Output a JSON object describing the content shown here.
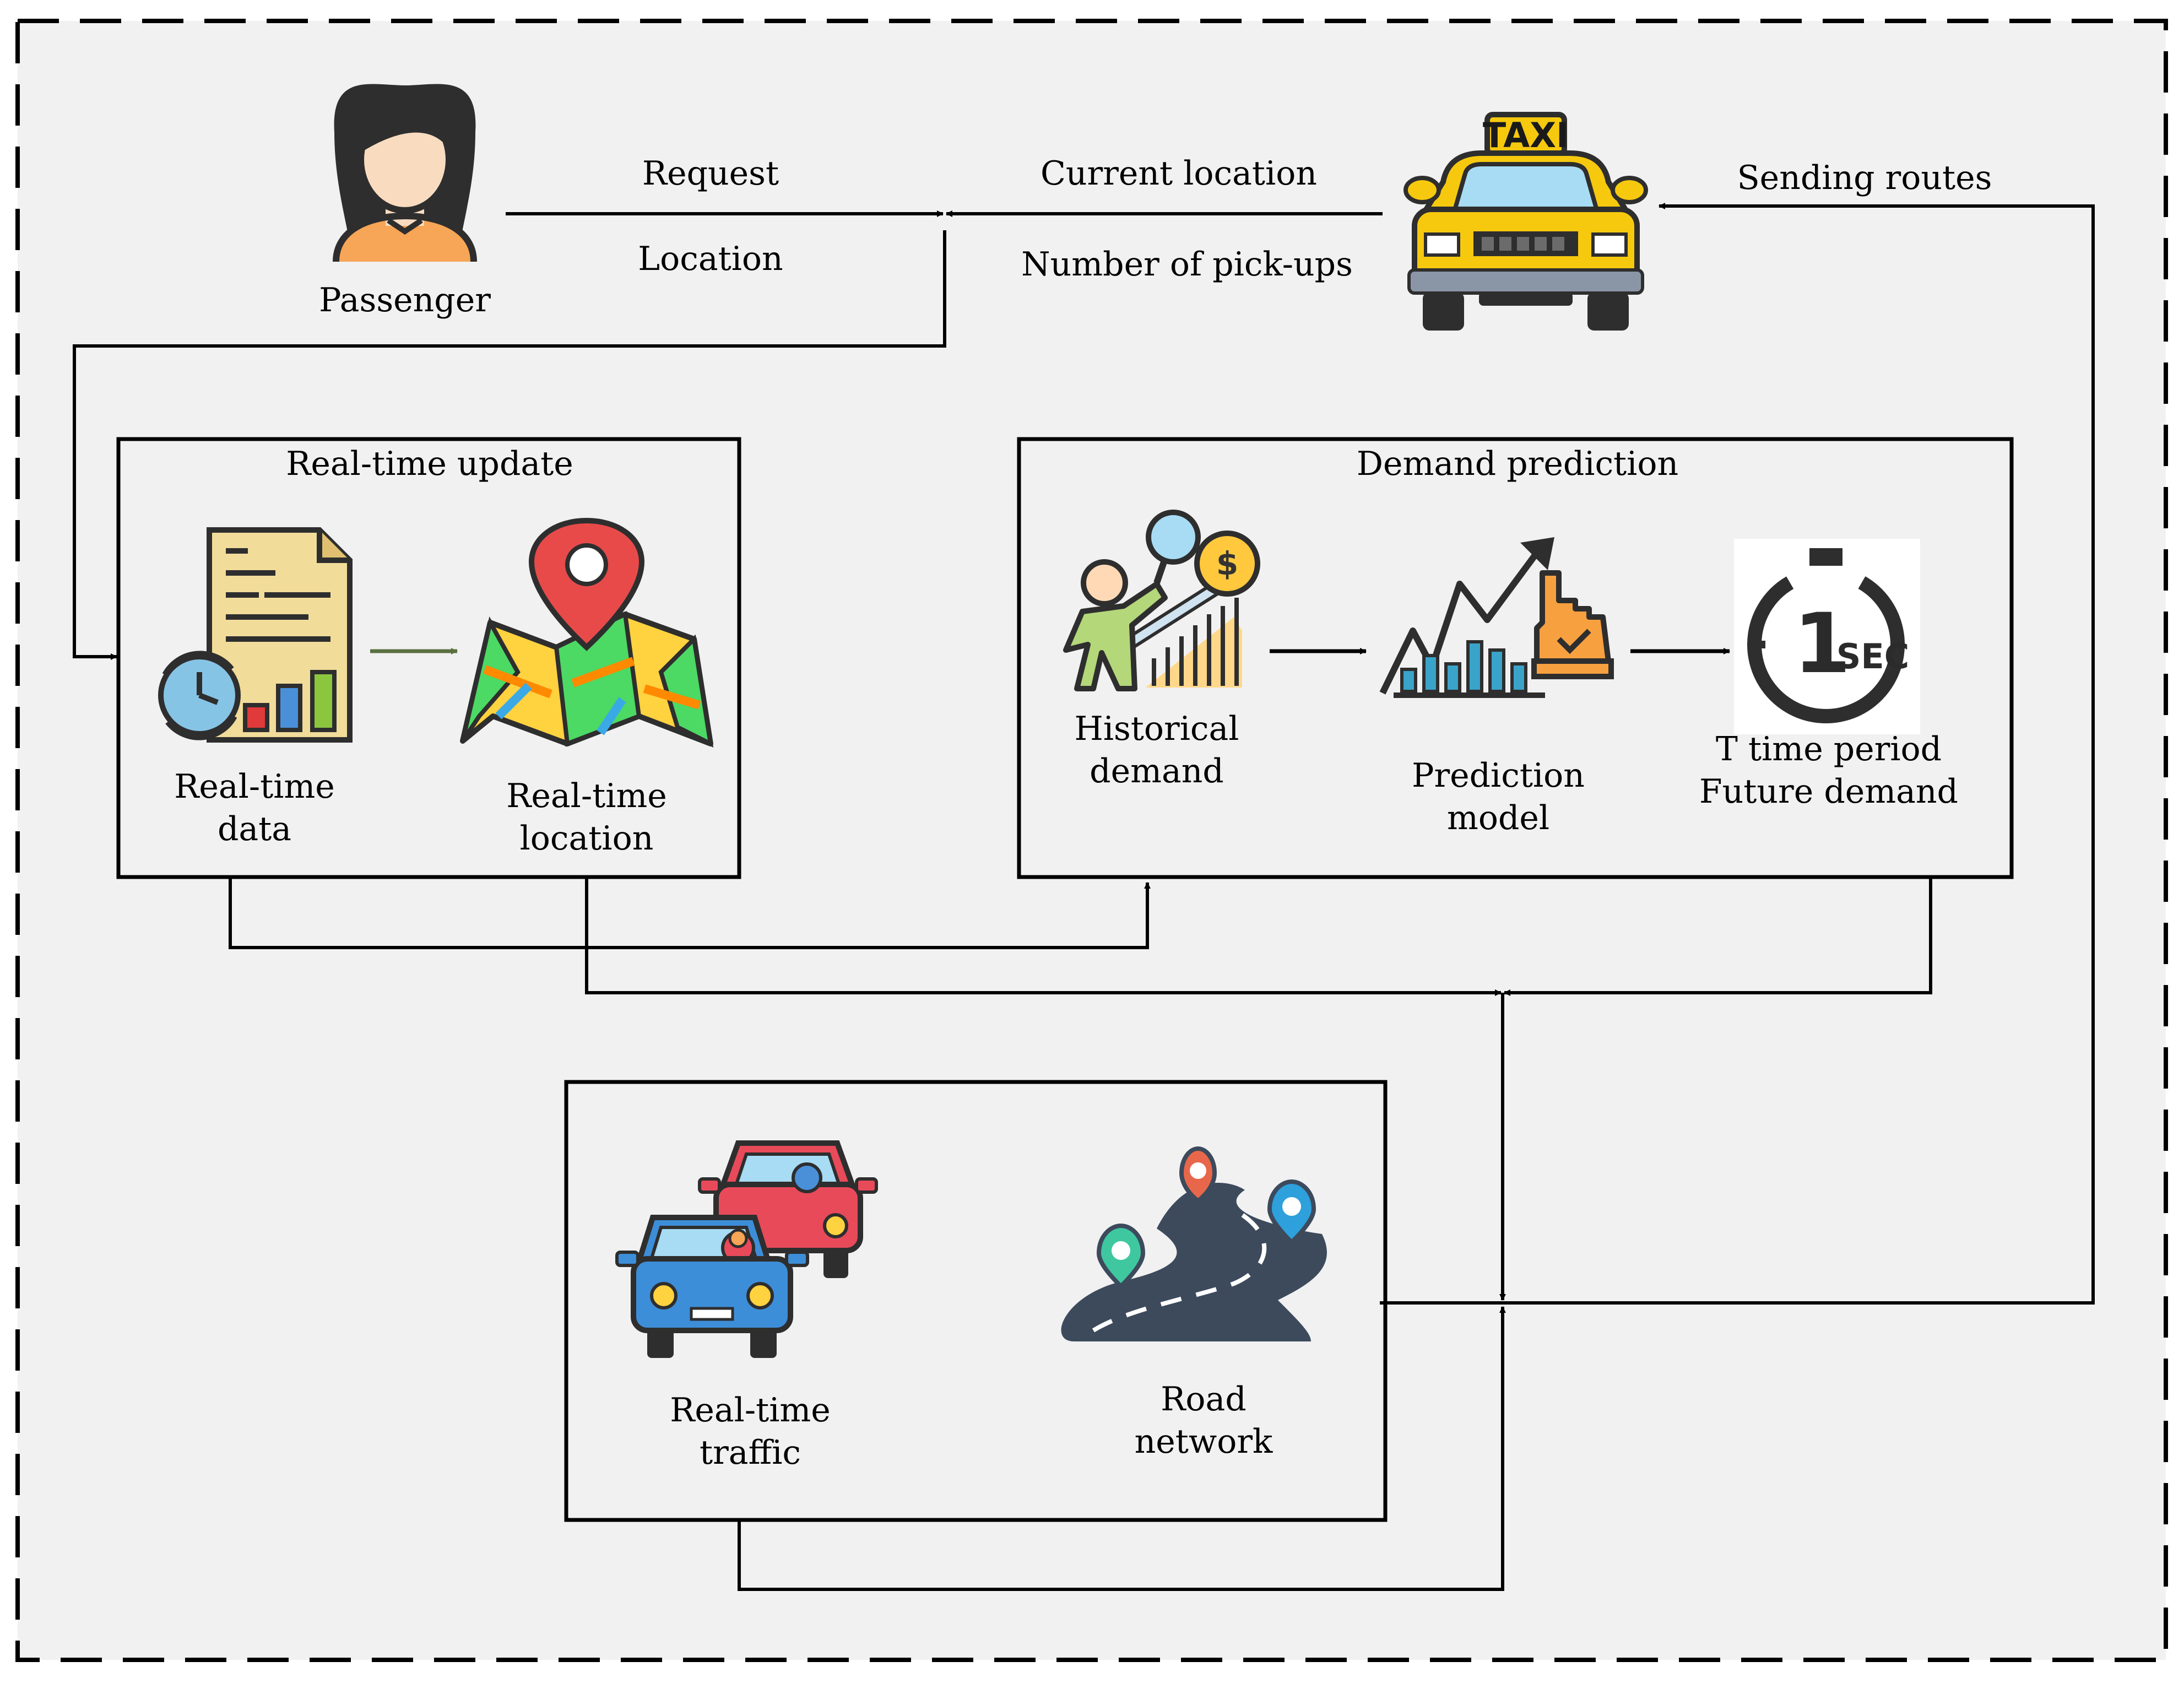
{
  "passenger": {
    "label": "Passenger"
  },
  "taxi": {
    "sign": "TAXI"
  },
  "arrows": {
    "request": "Request",
    "location": "Location",
    "current_location": "Current location",
    "number_of_pickups": "Number of pick-ups",
    "sending_routes": "Sending routes"
  },
  "realtime_update": {
    "title": "Real-time update",
    "data_line1": "Real-time",
    "data_line2": "data",
    "location_line1": "Real-time",
    "location_line2": "location"
  },
  "demand_prediction": {
    "title": "Demand prediction",
    "historical_line1": "Historical",
    "historical_line2": "demand",
    "model_line1": "Prediction",
    "model_line2": "model",
    "future_line1": "T time period",
    "future_line2": "Future demand",
    "timer_big": "1",
    "timer_small": "SEC"
  },
  "traffic_box": {
    "traffic_line1": "Real-time",
    "traffic_line2": "traffic",
    "road_line1": "Road",
    "road_line2": "network"
  },
  "colors": {
    "background": "#f1f1f1",
    "line": "#000000",
    "green_arrow": "#5a7040",
    "taxi_yellow": "#f6c90e"
  }
}
